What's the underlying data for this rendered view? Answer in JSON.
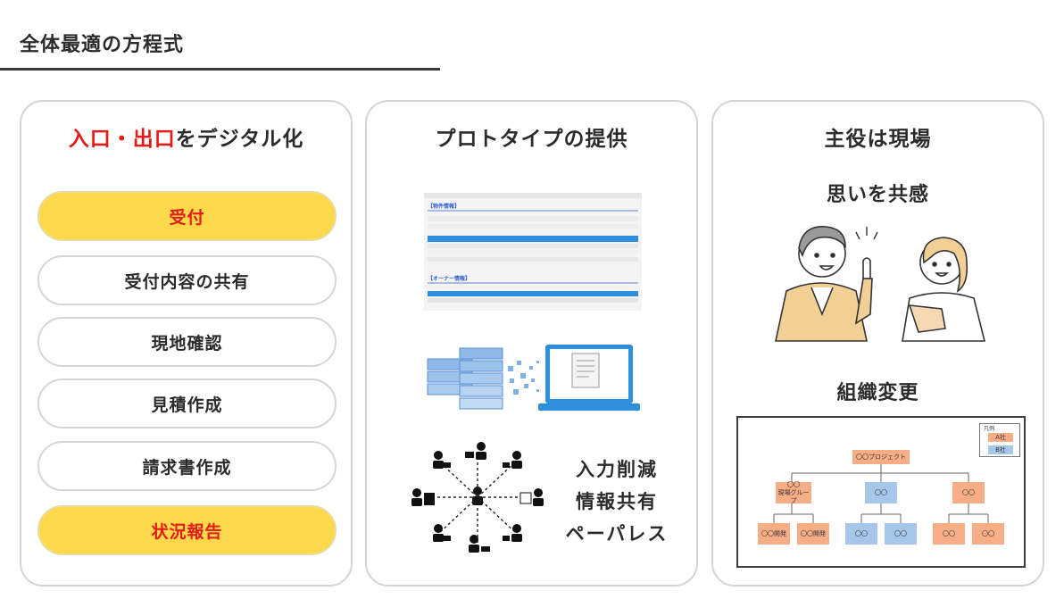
{
  "page": {
    "title": "全体最適の方程式"
  },
  "left": {
    "heading_red": "入口・出口",
    "heading_rest": "をデジタル化",
    "steps": [
      {
        "label": "受付",
        "highlight": true
      },
      {
        "label": "受付内容の共有",
        "highlight": false
      },
      {
        "label": "現地確認",
        "highlight": false
      },
      {
        "label": "見積作成",
        "highlight": false
      },
      {
        "label": "請求書作成",
        "highlight": false
      },
      {
        "label": "状況報告",
        "highlight": true
      }
    ]
  },
  "middle": {
    "heading": "プロトタイプの提供",
    "screenshot": {
      "section1": "【物件情報】",
      "section2": "【オーナー情報】"
    },
    "benefits": [
      "入力削減",
      "情報共有",
      "ペーパレス"
    ]
  },
  "right": {
    "heading": "主役は現場",
    "subheading1": "思いを共感",
    "subheading2": "組織変更",
    "org_chart": {
      "legend_title": "凡例",
      "legend_a": "A社",
      "legend_b": "B社",
      "root": "〇〇プロジェクト",
      "group1": "〇〇\n現場グループ",
      "group2": "〇〇",
      "group3": "〇〇",
      "leaf1": "〇〇開発",
      "leaf2": "〇〇開発",
      "leaf3": "〇〇",
      "leaf4": "〇〇",
      "leaf5": "〇〇",
      "leaf6": "〇〇"
    }
  },
  "colors": {
    "accent_red": "#e41b17",
    "highlight_yellow": "#fcd94b",
    "company_a": "#f7ad85",
    "company_b": "#a7c7ea",
    "blue": "#2f8fdc"
  }
}
